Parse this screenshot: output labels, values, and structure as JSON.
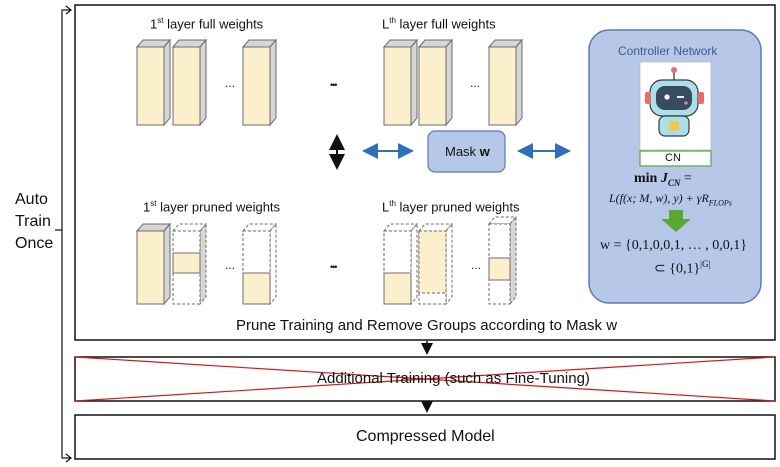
{
  "side_label": {
    "line1": "Auto",
    "line2": "Train",
    "line3": "Once"
  },
  "top_left_title": {
    "prefix": "1",
    "sup": "st",
    "suffix": " layer full weights"
  },
  "top_right_title": {
    "prefix": "L",
    "sup": "th",
    "suffix": " layer full weights"
  },
  "bottom_left_title": {
    "prefix": "1",
    "sup": "st",
    "suffix": " layer pruned weights"
  },
  "bottom_right_title": {
    "prefix": "L",
    "sup": "th",
    "suffix": " layer pruned weights"
  },
  "ellipsis": "...",
  "ellipsis_bold": "•••",
  "mask_box": {
    "label": "Mask ",
    "bold_symbol": "w"
  },
  "controller": {
    "title": "Controller Network",
    "badge": "CN",
    "objective_min": "min ",
    "objective_J": "J",
    "objective_sub": "CN",
    "objective_eq": " =",
    "loss_line": "L(f(x; M, w), y) + γR",
    "loss_sub": "FLOPs",
    "w_line1": "w = {0,1,0,0,1, … , 0,0,1}",
    "w_line2_pre": "⊂ {0,1}",
    "w_line2_sup": "|G|"
  },
  "main_caption": "Prune Training and Remove Groups according to Mask w",
  "additional_training": "Additional Training (such as Fine-Tuning)",
  "compressed_model": "Compressed Model",
  "colors": {
    "block_fill": "#fcf0cc",
    "block_stroke": "#6b6b6b",
    "side_fill": "#d6d6d6",
    "controller_fill": "#b7c7e8",
    "controller_stroke": "#5a79b8",
    "arrow_blue": "#2f6fb8",
    "green_arrow": "#5aa832",
    "cross_red": "#d11a1a"
  }
}
